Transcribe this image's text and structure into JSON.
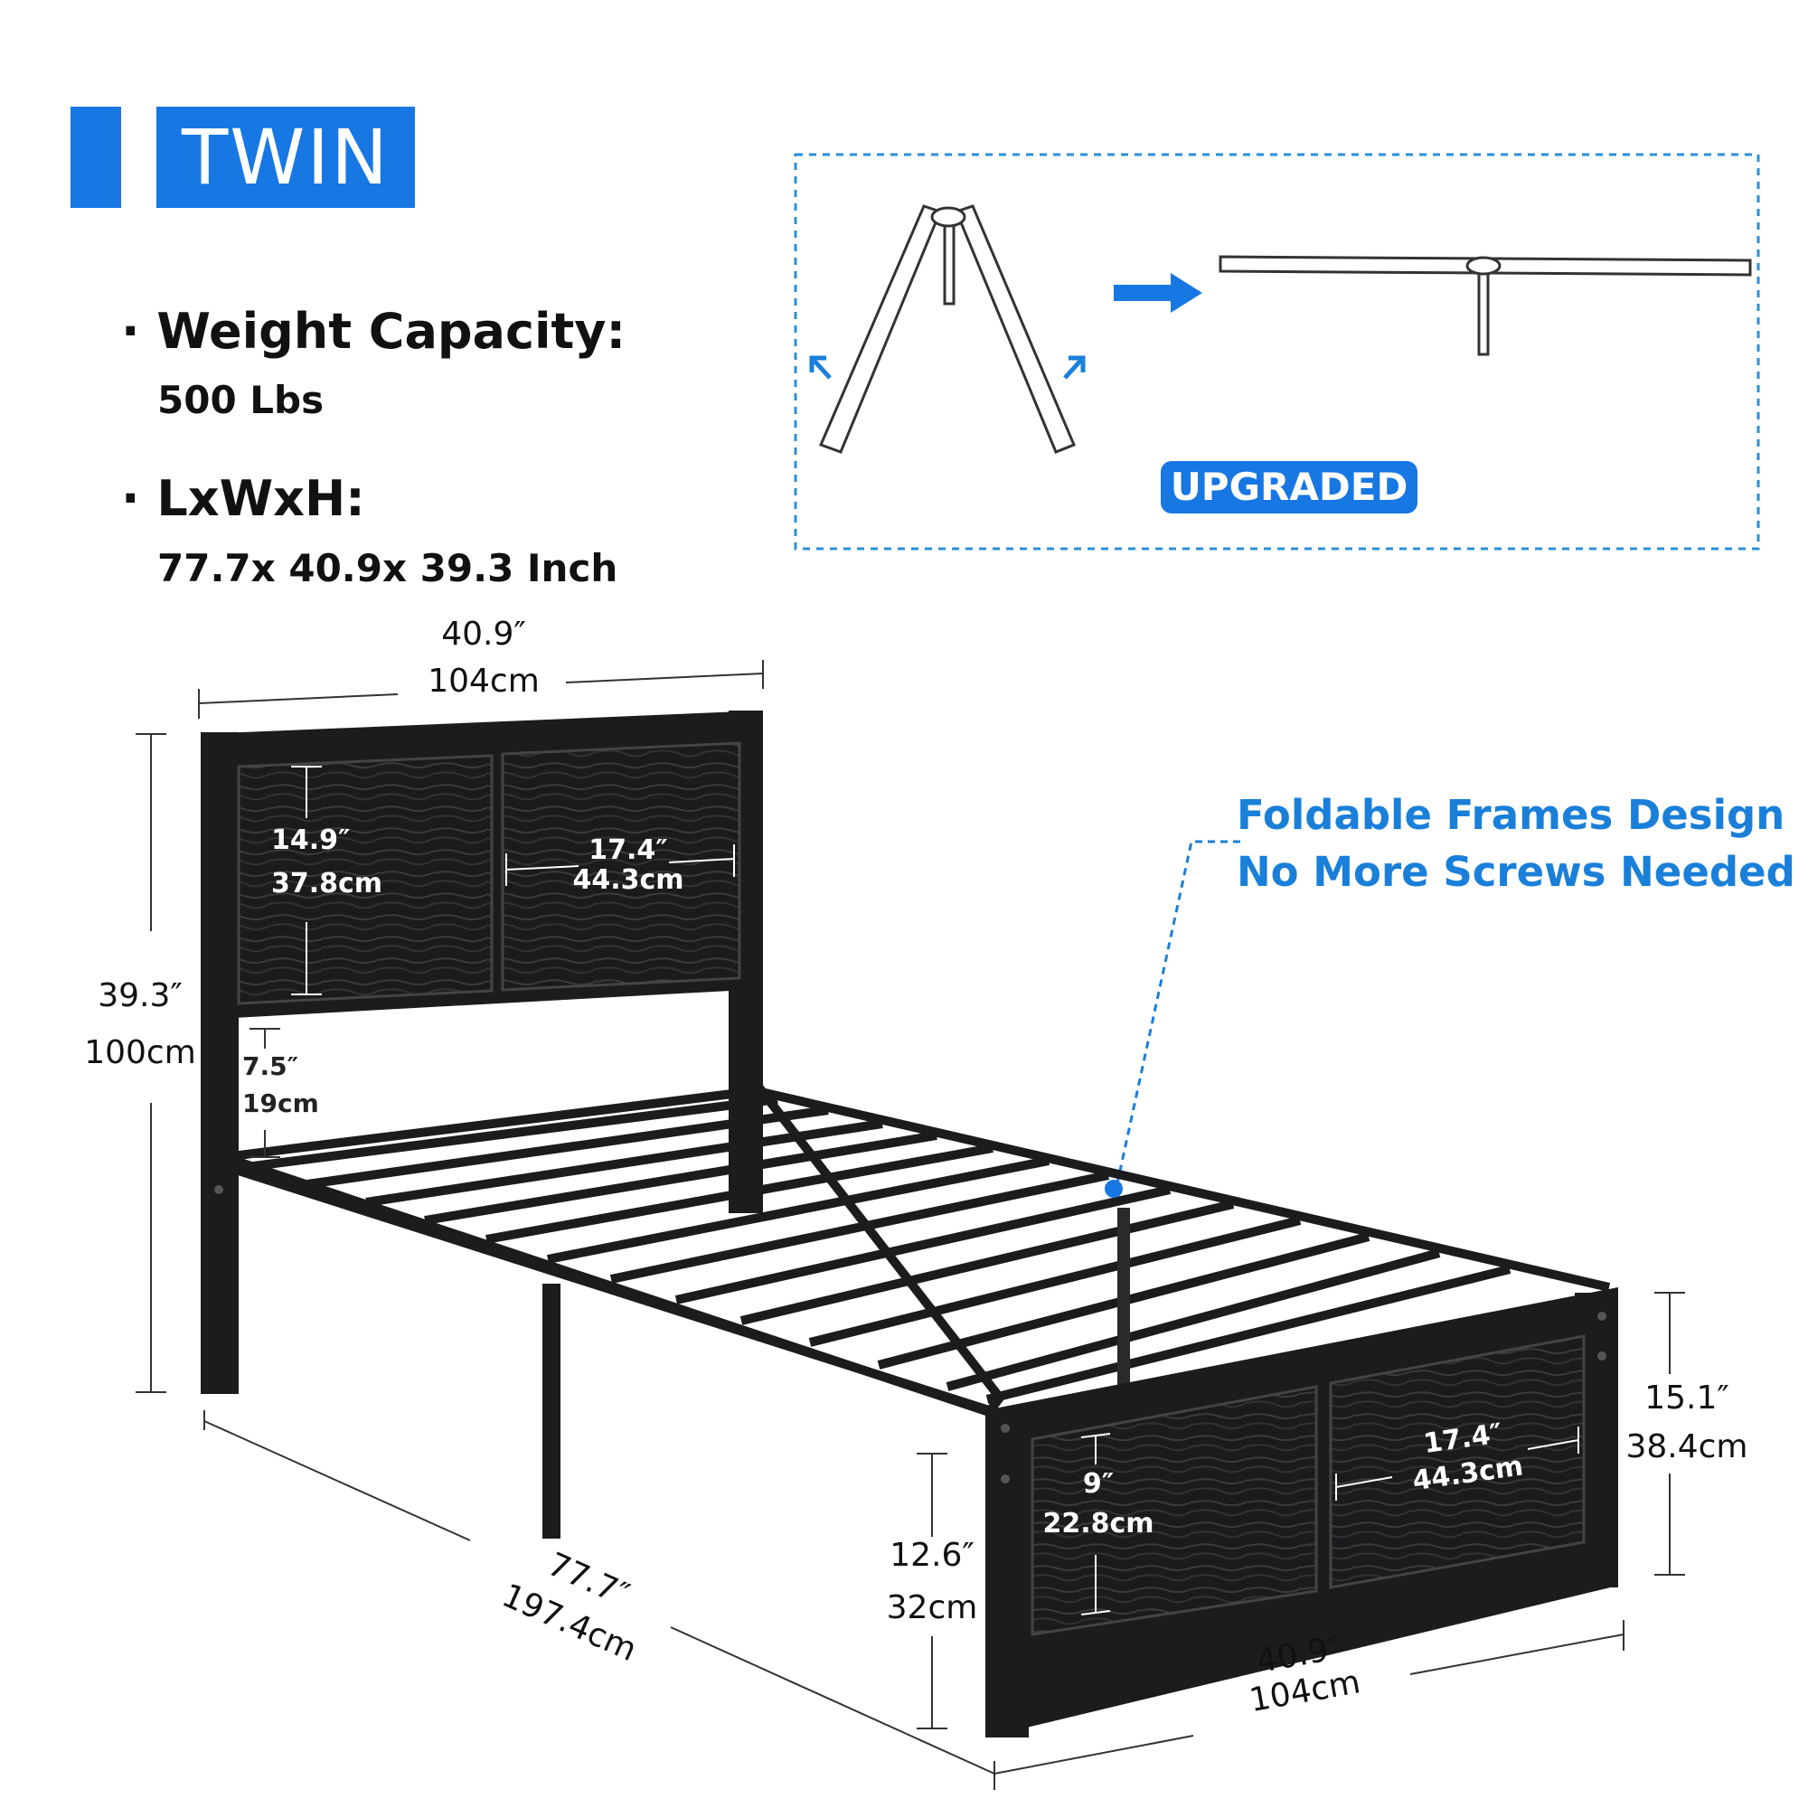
{
  "title": {
    "size": "TWIN"
  },
  "specs": [
    {
      "label": "Weight Capacity:",
      "value": "500 Lbs",
      "bullet": "·"
    },
    {
      "label": "LxWxH:",
      "value": "77.7x 40.9x 39.3 Inch",
      "bullet": "·"
    }
  ],
  "upgrade_panel": {
    "badge": "UPGRADED"
  },
  "feature": {
    "line1": "Foldable Frames Design",
    "line2": "No More Screws Needed"
  },
  "dimensions": {
    "overall_width": {
      "inch": "40.9″",
      "cm": "104cm"
    },
    "overall_height": {
      "inch": "39.3″",
      "cm": "100cm"
    },
    "headboard_panel_height": {
      "inch": "14.9″",
      "cm": "37.8cm"
    },
    "headboard_panel_width": {
      "inch": "17.4″",
      "cm": "44.3cm"
    },
    "headboard_gap": {
      "inch": "7.5″",
      "cm": "19cm"
    },
    "length": {
      "inch": "77.7″",
      "cm": "197.4cm"
    },
    "underbed_clearance": {
      "inch": "12.6″",
      "cm": "32cm"
    },
    "footboard_panel_height": {
      "inch": "9″",
      "cm": "22.8cm"
    },
    "footboard_panel_width": {
      "inch": "17.4″",
      "cm": "44.3cm"
    },
    "footboard_height": {
      "inch": "15.1″",
      "cm": "38.4cm"
    },
    "foot_width": {
      "inch": "40.9″",
      "cm": "104cm"
    }
  },
  "colors": {
    "accent": "#1777e3",
    "feature_text": "#1a7fd9",
    "frame": "#1c1c1e"
  }
}
